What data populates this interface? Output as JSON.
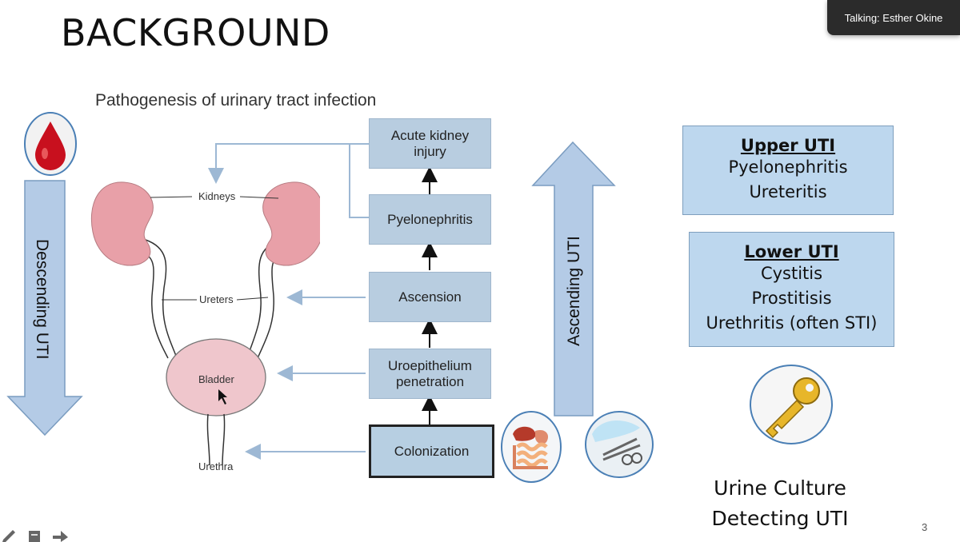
{
  "slide": {
    "title": "BACKGROUND",
    "page_number": "3"
  },
  "meeting": {
    "talking_label": "Talking: Esther Okine"
  },
  "diagram": {
    "subtitle": "Pathogenesis of urinary tract infection",
    "anatomy_labels": {
      "kidneys": "Kidneys",
      "ureters": "Ureters",
      "bladder": "Bladder",
      "urethra": "Urethra"
    },
    "flow_steps": {
      "acute_kidney_injury": "Acute kidney injury",
      "pyelonephritis": "Pyelonephritis",
      "ascension": "Ascension",
      "uroepithelium": "Uroepithelium penetration",
      "colonization": "Colonization"
    },
    "descending_label": "Descending UTI",
    "ascending_label": "Ascending UTI"
  },
  "upper_uti": {
    "title": "Upper UTI",
    "items": [
      "Pyelonephritis",
      "Ureteritis"
    ]
  },
  "lower_uti": {
    "title": "Lower UTI",
    "items": [
      "Cystitis",
      "Prostitisis",
      "Urethritis (often STI)"
    ]
  },
  "caption": {
    "line1": "Urine Culture",
    "line2": "Detecting UTI"
  },
  "colors": {
    "box_fill": "#b8cde0",
    "arrow_fill": "#b4cbe6",
    "kidney": "#e8a0a8",
    "info_fill": "#bdd7ee"
  },
  "icons": [
    "blood-drop-icon",
    "digestive-system-icon",
    "medical-instruments-icon",
    "key-icon",
    "pen-icon",
    "notes-icon",
    "forward-arrow-icon"
  ]
}
